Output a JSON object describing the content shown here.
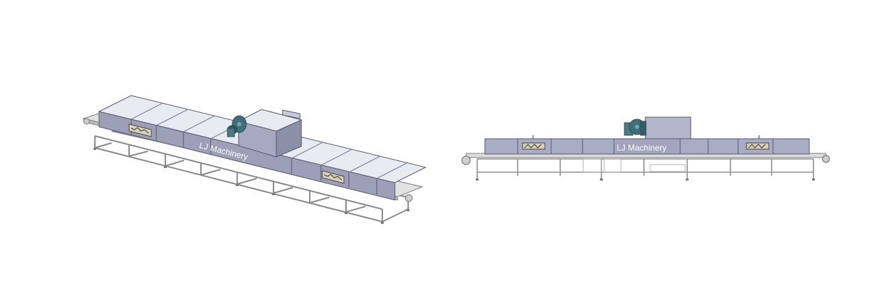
{
  "watermark_text": "LJ Machinery",
  "colors": {
    "panel_top": "#eef0f6",
    "panel_side": "#8d90a8",
    "panel_front": "#a4a7bd",
    "panel_edge": "#55586d",
    "frame": "#9a9a9a",
    "frame_dark": "#6e6e6e",
    "belt": "#d9d9d9",
    "fan": "#3f6f7a",
    "fan_dark": "#2c5058",
    "background": "#ffffff"
  },
  "views": [
    {
      "name": "isometric-view"
    },
    {
      "name": "side-view"
    }
  ]
}
